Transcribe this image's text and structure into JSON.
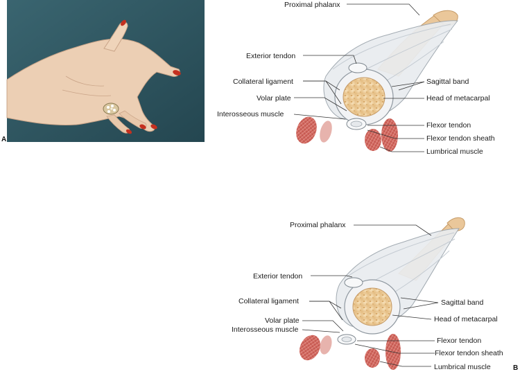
{
  "panels": {
    "a": {
      "letter": "A"
    },
    "b": {
      "letter": "B"
    }
  },
  "labels": {
    "proximal_phalanx": "Proximal phalanx",
    "exterior_tendon": "Exterior tendon",
    "collateral_ligament": "Collateral ligament",
    "volar_plate": "Volar plate",
    "interosseous_muscle": "Interosseous muscle",
    "sagittal_band": "Sagittal band",
    "head_of_metacarpal": "Head of metacarpal",
    "flexor_tendon": "Flexor tendon",
    "flexor_tendon_sheath": "Flexor tendon sheath",
    "lumbrical_muscle": "Lumbrical muscle"
  },
  "colors": {
    "photo_background": "#2f5560",
    "skin": "#eccfb4",
    "nail_polish": "#c4301f",
    "bone": "#f3d7a8",
    "ligament": "#e9ecef",
    "muscle": "#d26a64"
  }
}
